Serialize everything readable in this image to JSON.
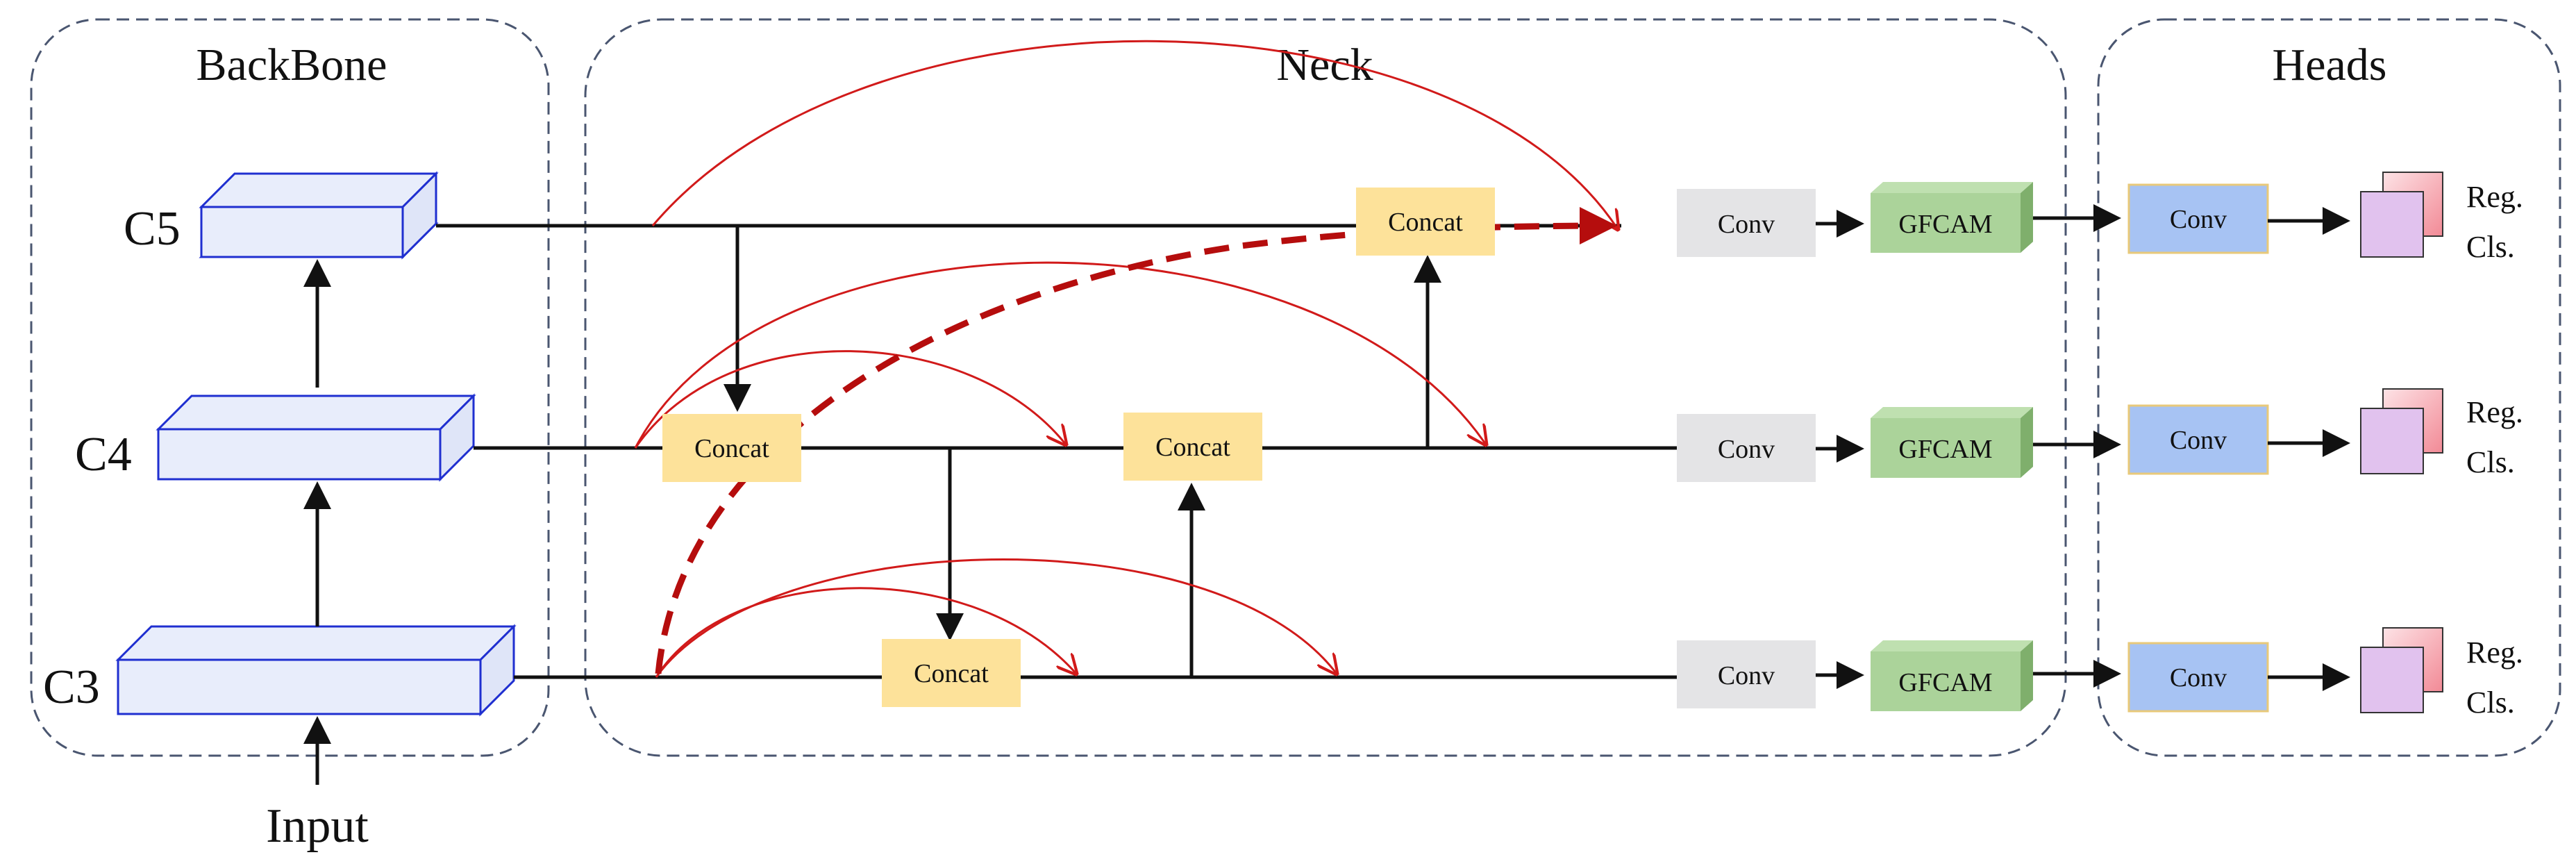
{
  "sections": {
    "backbone": "BackBone",
    "neck": "Neck",
    "heads": "Heads"
  },
  "backbone_levels": [
    "C5",
    "C4",
    "C3"
  ],
  "input_label": "Input",
  "neck_blocks": {
    "concat_top": "Concat",
    "concat_mid_left": "Concat",
    "concat_mid_right": "Concat",
    "concat_bottom": "Concat"
  },
  "neck_outputs": [
    {
      "conv": "Conv",
      "attention": "GFCAM"
    },
    {
      "conv": "Conv",
      "attention": "GFCAM"
    },
    {
      "conv": "Conv",
      "attention": "GFCAM"
    }
  ],
  "heads": [
    {
      "conv": "Conv",
      "reg": "Reg.",
      "cls": "Cls."
    },
    {
      "conv": "Conv",
      "reg": "Reg.",
      "cls": "Cls."
    },
    {
      "conv": "Conv",
      "reg": "Reg.",
      "cls": "Cls."
    }
  ],
  "colors": {
    "backbone_box_fill": "#e8edfb",
    "backbone_box_stroke": "#1f2fd0",
    "concat_fill": "#fde29a",
    "conv_neck_fill": "#e4e4e6",
    "gfcam_fill": "#abd39a",
    "gfcam_side": "#7faf6c",
    "head_conv_fill": "#a7c3f3",
    "head_conv_stroke": "#e8c97a",
    "output_front": "#e1c2ee",
    "output_back_edge": "#e05a6a",
    "skip_arrow": "#d11a1a",
    "bold_dash": "#b50d0d",
    "section_border": "#4a5670"
  }
}
